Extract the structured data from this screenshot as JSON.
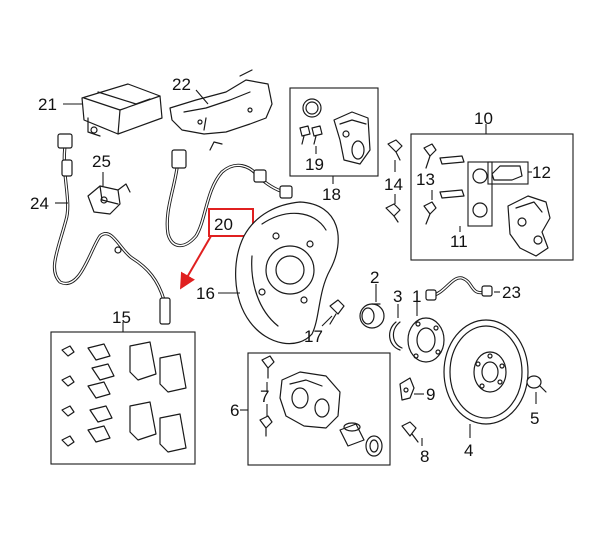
{
  "callouts": {
    "c1": "1",
    "c2": "2",
    "c3": "3",
    "c4": "4",
    "c5": "5",
    "c6": "6",
    "c7": "7",
    "c8": "8",
    "c9": "9",
    "c10": "10",
    "c11": "11",
    "c12": "12",
    "c13": "13",
    "c14": "14",
    "c15": "15",
    "c16": "16",
    "c17": "17",
    "c18": "18",
    "c19": "19",
    "c20": "20",
    "c21": "21",
    "c22": "22",
    "c23": "23",
    "c24": "24",
    "c25": "25"
  },
  "highlight": {
    "color": "#e02020"
  }
}
